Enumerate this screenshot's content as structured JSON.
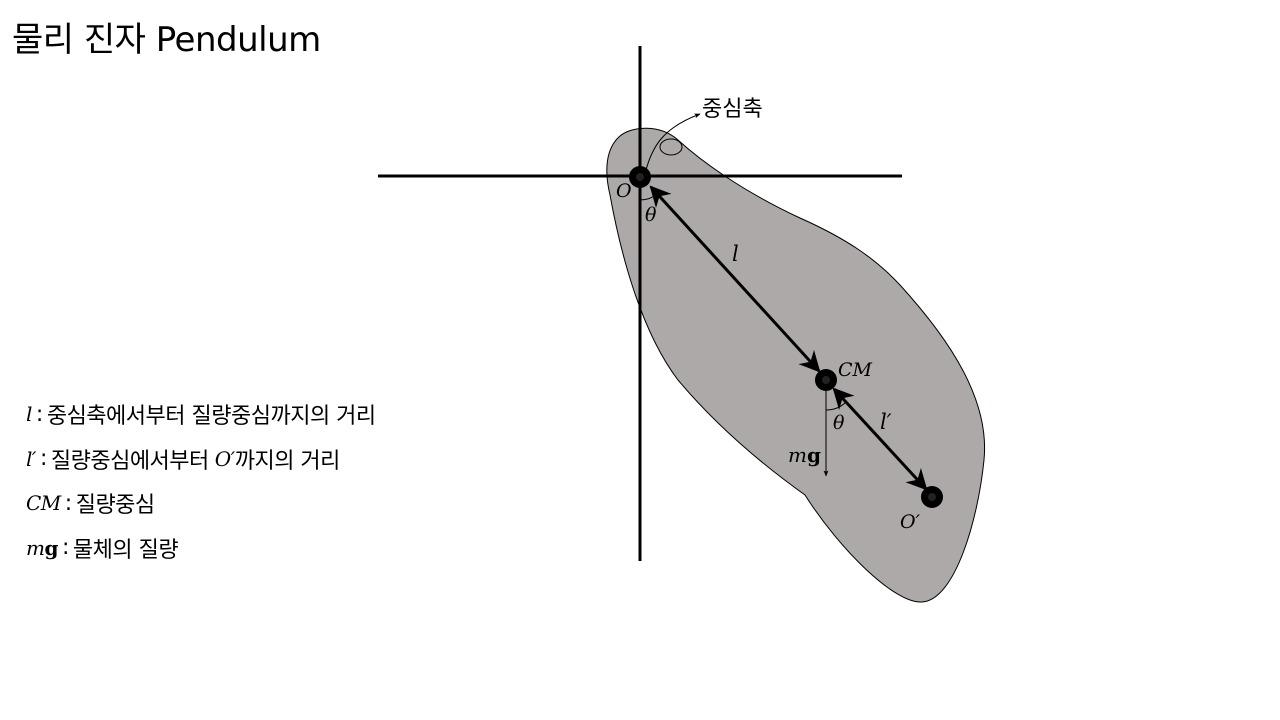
{
  "title": "물리 진자 Pendulum",
  "diagram": {
    "pivot_callout": "중심축",
    "labels": {
      "pivot_point": "O",
      "pivot_angle": "θ",
      "length_l": "l",
      "center_of_mass": "CM",
      "cm_angle": "θ",
      "length_l_prime": "l′",
      "weight_m": "m",
      "weight_g": "g",
      "point_o_prime": "O′"
    },
    "colors": {
      "body_fill": "#aca9a8",
      "line": "#000000",
      "background": "#ffffff"
    }
  },
  "legend": {
    "items": [
      {
        "symbol": "l",
        "text": "중심축에서부터 질량중심까지의 거리"
      },
      {
        "symbol": "l′",
        "text_before": "질량중심에서부터",
        "inline_symbol": "O′",
        "text_after": "까지의 거리"
      },
      {
        "symbol": "CM",
        "text": "질량중심"
      },
      {
        "symbol_m": "m",
        "symbol_g": "g",
        "text": "물체의 질량"
      }
    ],
    "separator": ":"
  }
}
